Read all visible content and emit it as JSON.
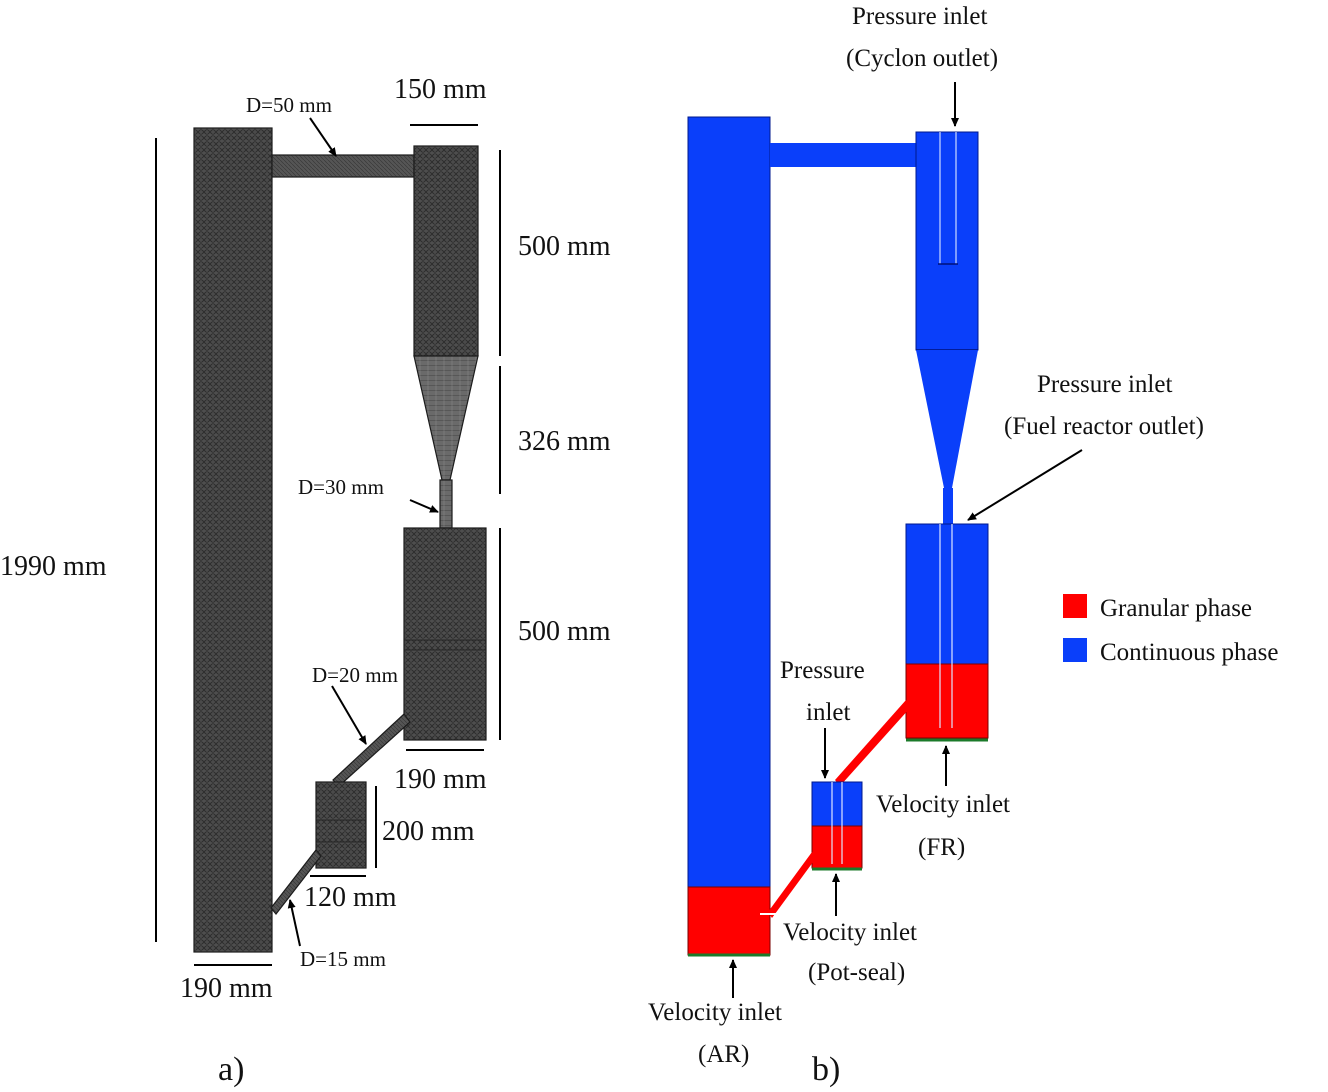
{
  "panel_a": {
    "label": "a)",
    "dimensions": {
      "riser_height": "1990 mm",
      "riser_width": "190 mm",
      "cyclone_width": "150 mm",
      "cyclone_cylinder_height": "500 mm",
      "cyclone_cone_height": "326 mm",
      "fuel_reactor_height": "500 mm",
      "fuel_reactor_width": "190 mm",
      "potseal_height": "200 mm",
      "potseal_width": "120 mm"
    },
    "pipes": {
      "top_connector": "D=50 mm",
      "dipleg": "D=30 mm",
      "fr_to_potseal": "D=20 mm",
      "potseal_to_riser": "D=15 mm"
    }
  },
  "panel_b": {
    "label": "b)",
    "boundary_labels": {
      "cyclone_outlet_line1": "Pressure inlet",
      "cyclone_outlet_line2": "(Cyclon outlet)",
      "fuel_outlet_line1": "Pressure inlet",
      "fuel_outlet_line2": "(Fuel reactor outlet)",
      "potseal_pressure_line1": "Pressure",
      "potseal_pressure_line2": "inlet",
      "fr_velocity_line1": "Velocity inlet",
      "fr_velocity_line2": "(FR)",
      "potseal_velocity_line1": "Velocity inlet",
      "potseal_velocity_line2": "(Pot-seal)",
      "ar_velocity_line1": "Velocity inlet",
      "ar_velocity_line2": "(AR)"
    },
    "legend": [
      {
        "label": "Granular phase",
        "color": "#ff0000"
      },
      {
        "label": "Continuous phase",
        "color": "#0a3ffa"
      }
    ]
  },
  "colors": {
    "granular": "#ff0000",
    "continuous": "#0a3ffa",
    "mesh": "#3a3a3a"
  }
}
